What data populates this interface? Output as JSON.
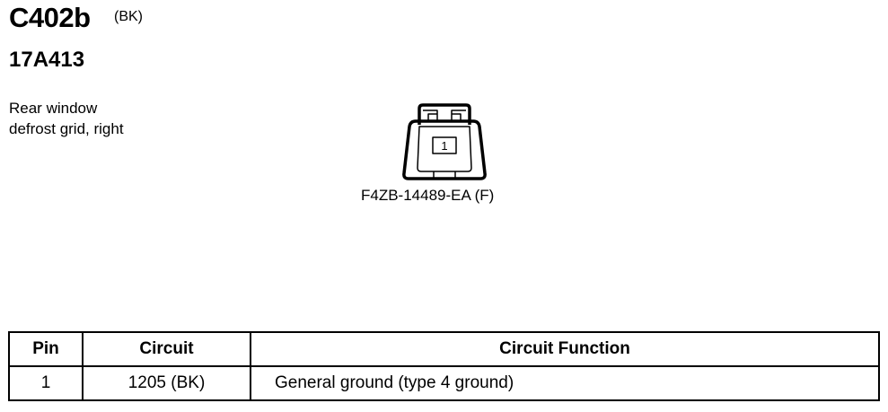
{
  "header": {
    "connector_id": "C402b",
    "connector_color": "(BK)",
    "part_number": "17A413",
    "description_lines": [
      "Rear window",
      "defrost grid, right"
    ]
  },
  "connector": {
    "pin_label": "1",
    "part_label": "F4ZB-14489-EA (F)",
    "icon": "connector-face-icon"
  },
  "table": {
    "headers": [
      "Pin",
      "Circuit",
      "Circuit Function"
    ],
    "rows": [
      {
        "pin": "1",
        "circuit": "1205 (BK)",
        "function": "General ground (type 4 ground)"
      }
    ]
  }
}
